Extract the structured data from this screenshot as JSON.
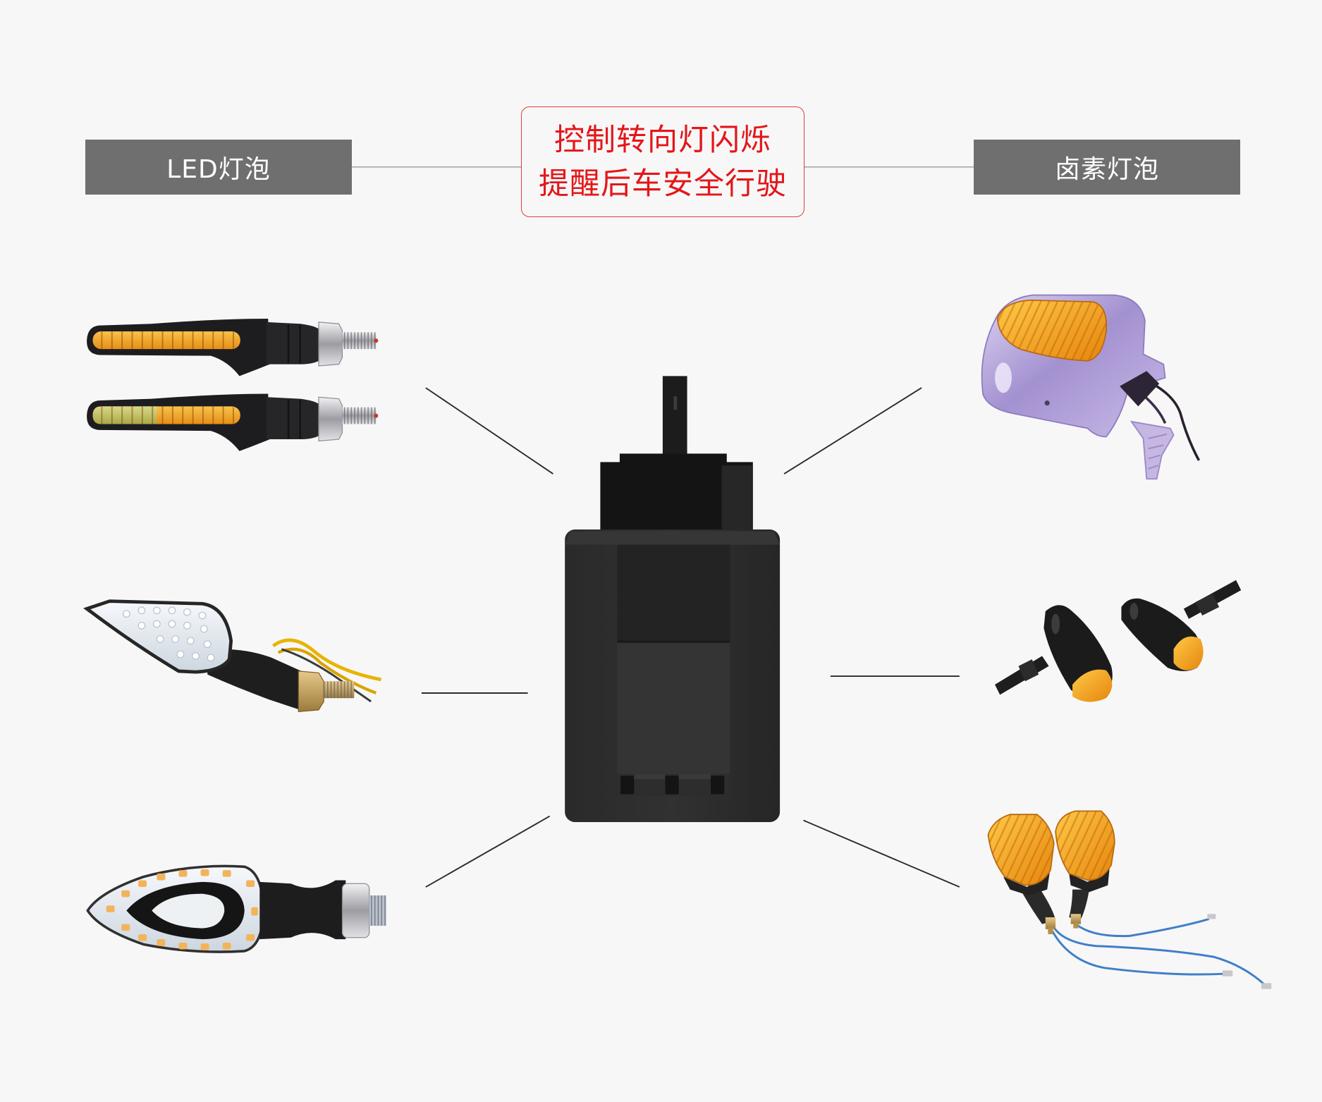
{
  "labels": {
    "left": "LED灯泡",
    "right": "卤素灯泡"
  },
  "center_callout": {
    "line1": "控制转向灯闪烁",
    "line2": "提醒后车安全行驶"
  },
  "colors": {
    "background": "#f7f7f7",
    "label_bg": "#6f6f6f",
    "label_text": "#ffffff",
    "label_line": "#9a9a9a",
    "callout_text": "#e4161a",
    "callout_border": "#e23c3c",
    "connector": "#2b2b2b"
  },
  "icons": {
    "center": "flasher-relay-icon",
    "left": [
      "led-sequential-indicator-icon",
      "led-arrow-indicator-icon",
      "led-drop-indicator-icon"
    ],
    "right": [
      "mirror-turn-signal-icon",
      "bullet-indicator-icon",
      "diamond-indicator-icon"
    ]
  }
}
